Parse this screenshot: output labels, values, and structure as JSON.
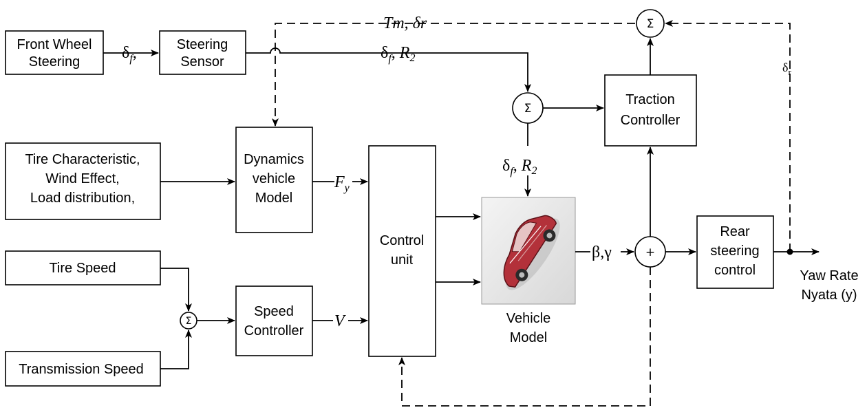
{
  "blocks": {
    "front_wheel_steering": [
      "Front Wheel",
      "Steering"
    ],
    "steering_sensor": [
      "Steering",
      "Sensor"
    ],
    "tire_characteristic": [
      "Tire Characteristic,",
      "Wind Effect,",
      "Load distribution,"
    ],
    "dynamics_vehicle_model": [
      "Dynamics",
      "vehicle",
      "Model"
    ],
    "tire_speed": "Tire Speed",
    "transmission_speed": "Transmission Speed",
    "speed_controller": [
      "Speed",
      "Controller"
    ],
    "control_unit": [
      "Control",
      "unit"
    ],
    "traction_controller": [
      "Traction",
      "Controller"
    ],
    "rear_steering_control": [
      "Rear",
      "steering",
      "control"
    ],
    "vehicle_model_caption": [
      "Vehicle",
      "Model"
    ]
  },
  "signals": {
    "delta_f": "δ",
    "delta_f_sub": "f",
    "delta_f_comma": ",",
    "delta_f_r2_a": "δ",
    "delta_f_r2_sub": "f",
    "r2_text": ", R",
    "r2_sub": "2",
    "tm_delta_r": "Tm, δr",
    "delta_r": "δ",
    "delta_r_sub": "r",
    "fy": "F",
    "fy_sub": "y",
    "v": "V",
    "beta_gamma": "β,γ",
    "sum_symbol": "Σ",
    "plus_symbol": "+"
  },
  "output": [
    "Yaw Rate",
    "Nyata (y)"
  ],
  "colors": {
    "line": "#000000",
    "background": "#ffffff",
    "car_body": "#b3313a"
  }
}
